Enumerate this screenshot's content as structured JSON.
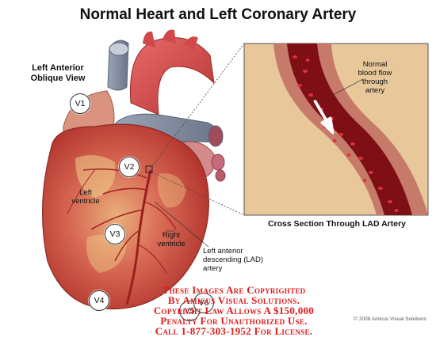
{
  "title": "Normal Heart and Left Coronary Artery",
  "view_label": [
    "Left Anterior",
    "Oblique View"
  ],
  "leads": [
    "V1",
    "V2",
    "V3",
    "V4",
    "V5",
    "V6"
  ],
  "labels": {
    "left_ventricle": [
      "Left",
      "ventricle"
    ],
    "right_ventricle": [
      "Right",
      "ventricle"
    ],
    "lad": [
      "Left anterior",
      "descending (LAD)",
      "artery"
    ],
    "blood_flow": [
      "Normal",
      "blood flow",
      "through",
      "artery"
    ]
  },
  "cross_section_caption": "Cross Section Through LAD Artery",
  "watermark": [
    "These Images Are Copyrighted",
    "By Amicus Visual Solutions.",
    "Copyright Law Allows A $150,000",
    "Penalty For Unauthorized Use.",
    "Call 1-877-303-1952 For License."
  ],
  "copyright_footer": "© 2008 Amicus Visual Solutions"
}
